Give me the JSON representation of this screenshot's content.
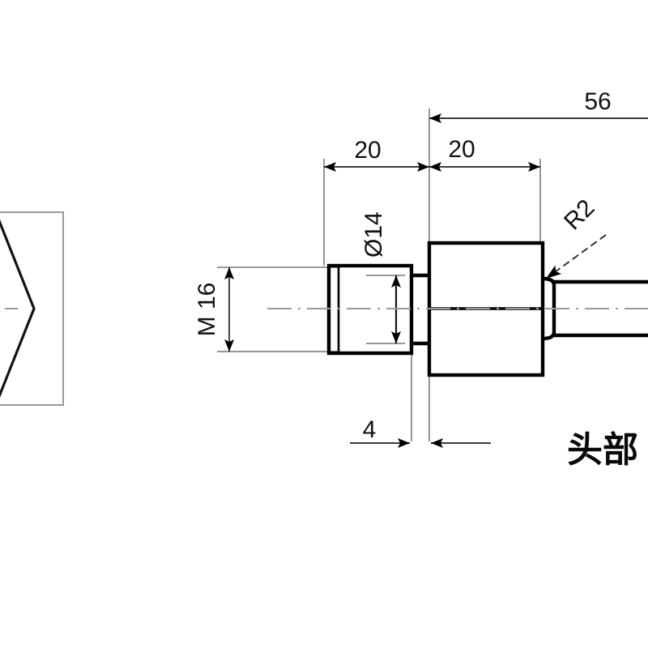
{
  "drawing": {
    "type": "mechanical-part-orthographic-drawing",
    "part": "hex-flange-shoulder-bolt",
    "background_color": "#ffffff",
    "outline_color": "#000000",
    "thin_line_color": "#808080",
    "center_line_color": "#9a9a9a",
    "annotation_color": "#111111"
  },
  "dimensions": {
    "thread_length": {
      "label": "20",
      "name": "threaded-shank-length"
    },
    "head_length": {
      "label": "20",
      "name": "hex-head-length"
    },
    "overall_length": {
      "label": "56",
      "name": "overall-length"
    },
    "thread_spec": {
      "label": "M 16",
      "name": "thread-designation"
    },
    "shoulder_diameter": {
      "label": "Ø14",
      "name": "shoulder-diameter"
    },
    "undercut_width": {
      "label": "4",
      "name": "undercut-width"
    },
    "fillet_radius": {
      "label": "R2",
      "name": "fillet-radius"
    }
  },
  "notes": {
    "head_note": {
      "label": "头部",
      "name": "head-note-cjk"
    }
  },
  "views": {
    "left_view": {
      "name": "hexagon-end-view",
      "shape": "hexagon-partial"
    },
    "front_view": {
      "name": "front-section-view"
    }
  }
}
